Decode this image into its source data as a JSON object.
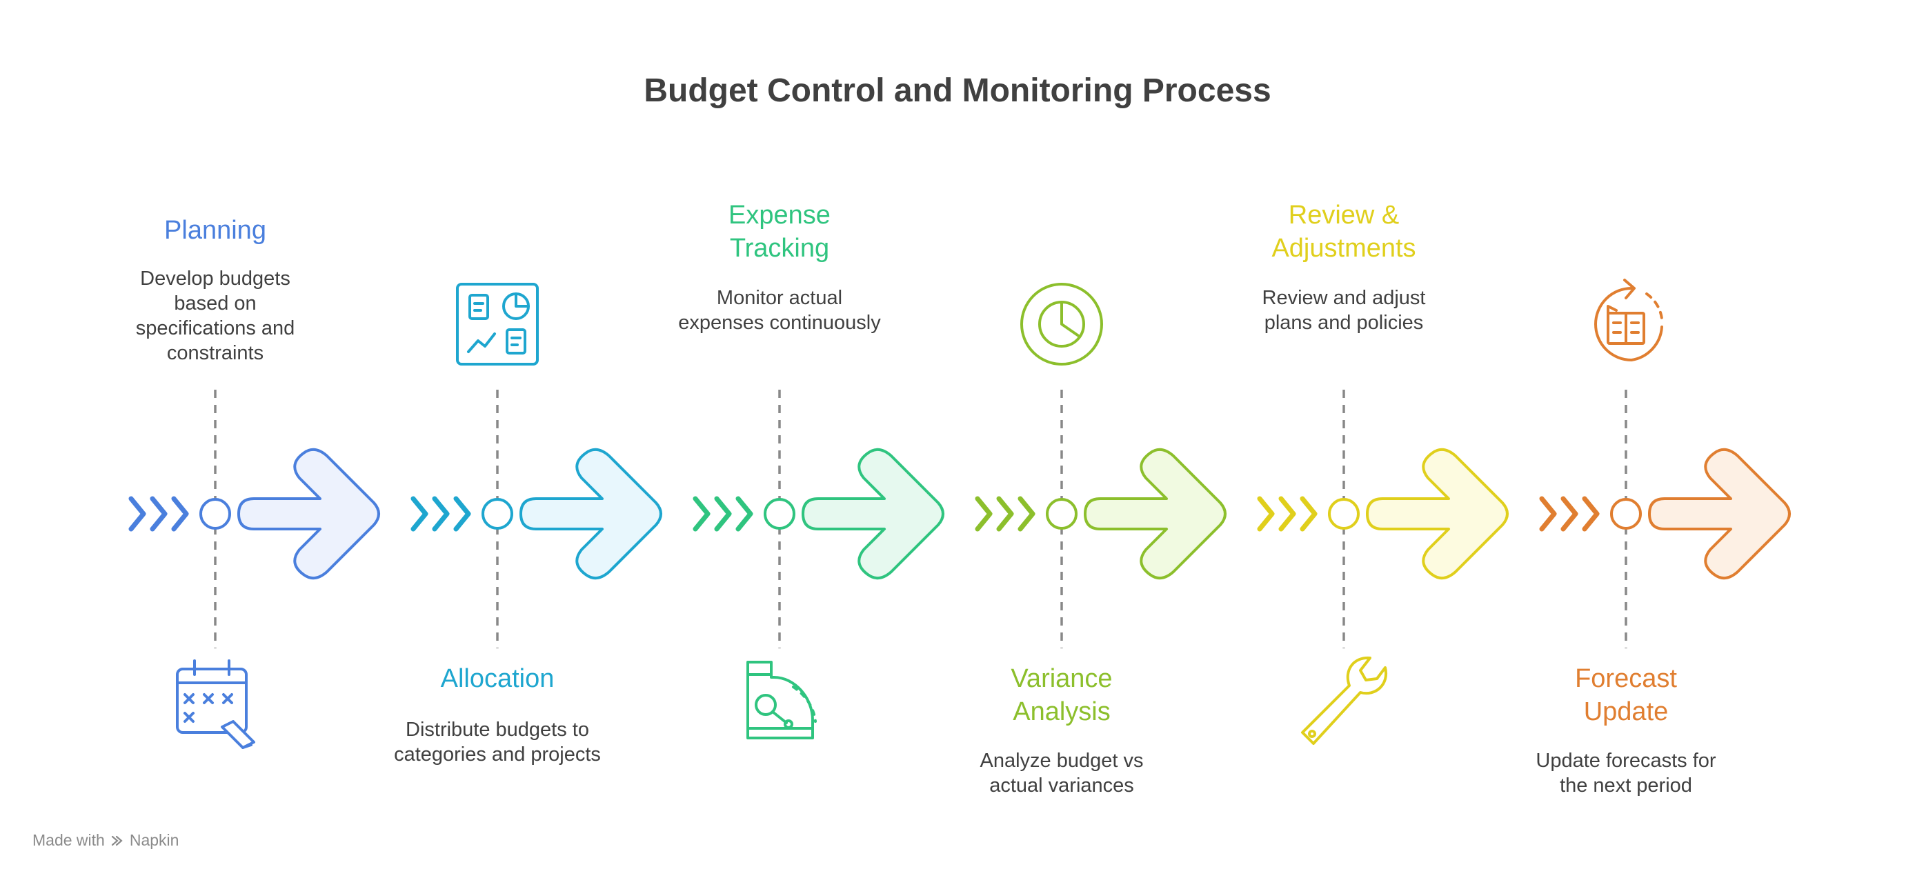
{
  "title": "Budget Control and Monitoring Process",
  "footer": {
    "made_with": "Made with",
    "brand": "Napkin"
  },
  "steps": [
    {
      "title_lines": [
        "Planning"
      ],
      "description": "Develop budgets based on specifications and constraints",
      "color": "#4a7fdd",
      "fill": "#edf2fd",
      "icon": "calendar-edit-icon",
      "text_position": "top"
    },
    {
      "title_lines": [
        "Allocation"
      ],
      "description": "Distribute budgets to categories and projects",
      "color": "#1ea6cf",
      "fill": "#e8f7fd",
      "icon": "dashboard-icon",
      "text_position": "bottom"
    },
    {
      "title_lines": [
        "Expense",
        "Tracking"
      ],
      "description": "Monitor actual expenses continuously",
      "color": "#2fc47f",
      "fill": "#e6f9ef",
      "icon": "meter-icon",
      "text_position": "top"
    },
    {
      "title_lines": [
        "Variance",
        "Analysis"
      ],
      "description": "Analyze budget vs actual variances",
      "color": "#8cbf2c",
      "fill": "#f1fae1",
      "icon": "pie-chart-icon",
      "text_position": "bottom"
    },
    {
      "title_lines": [
        "Review &",
        "Adjustments"
      ],
      "description": "Review and adjust plans and policies",
      "color": "#e0cf1c",
      "fill": "#fdfbe0",
      "icon": "wrench-icon",
      "text_position": "top"
    },
    {
      "title_lines": [
        "Forecast",
        "Update"
      ],
      "description": "Update forecasts for the next period",
      "color": "#e07e30",
      "fill": "#fdf0e4",
      "icon": "refresh-building-icon",
      "text_position": "bottom"
    }
  ]
}
